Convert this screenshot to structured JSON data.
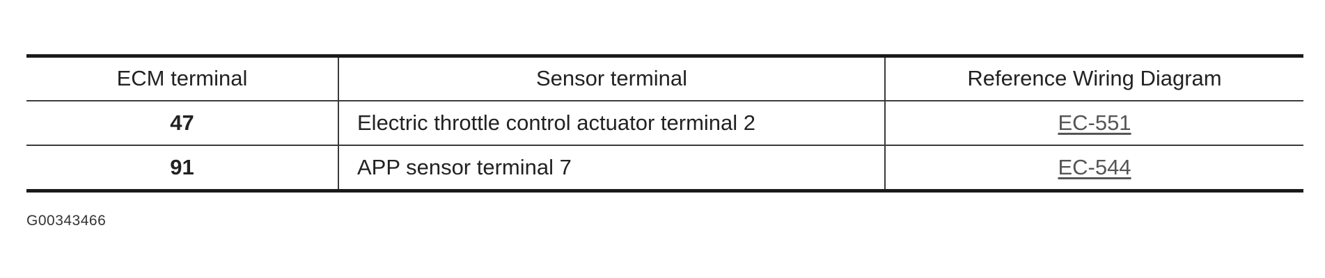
{
  "table": {
    "headers": [
      "ECM terminal",
      "Sensor terminal",
      "Reference Wiring Diagram"
    ],
    "rows": [
      {
        "ecm_terminal": "47",
        "sensor_terminal": "Electric throttle control actuator terminal 2",
        "reference": "EC-551"
      },
      {
        "ecm_terminal": "91",
        "sensor_terminal": "APP sensor terminal 7",
        "reference": "EC-544"
      }
    ]
  },
  "figure_id": "G00343466",
  "colors": {
    "rule": "#1a1a1a",
    "text": "#222222",
    "link": "#555555"
  }
}
